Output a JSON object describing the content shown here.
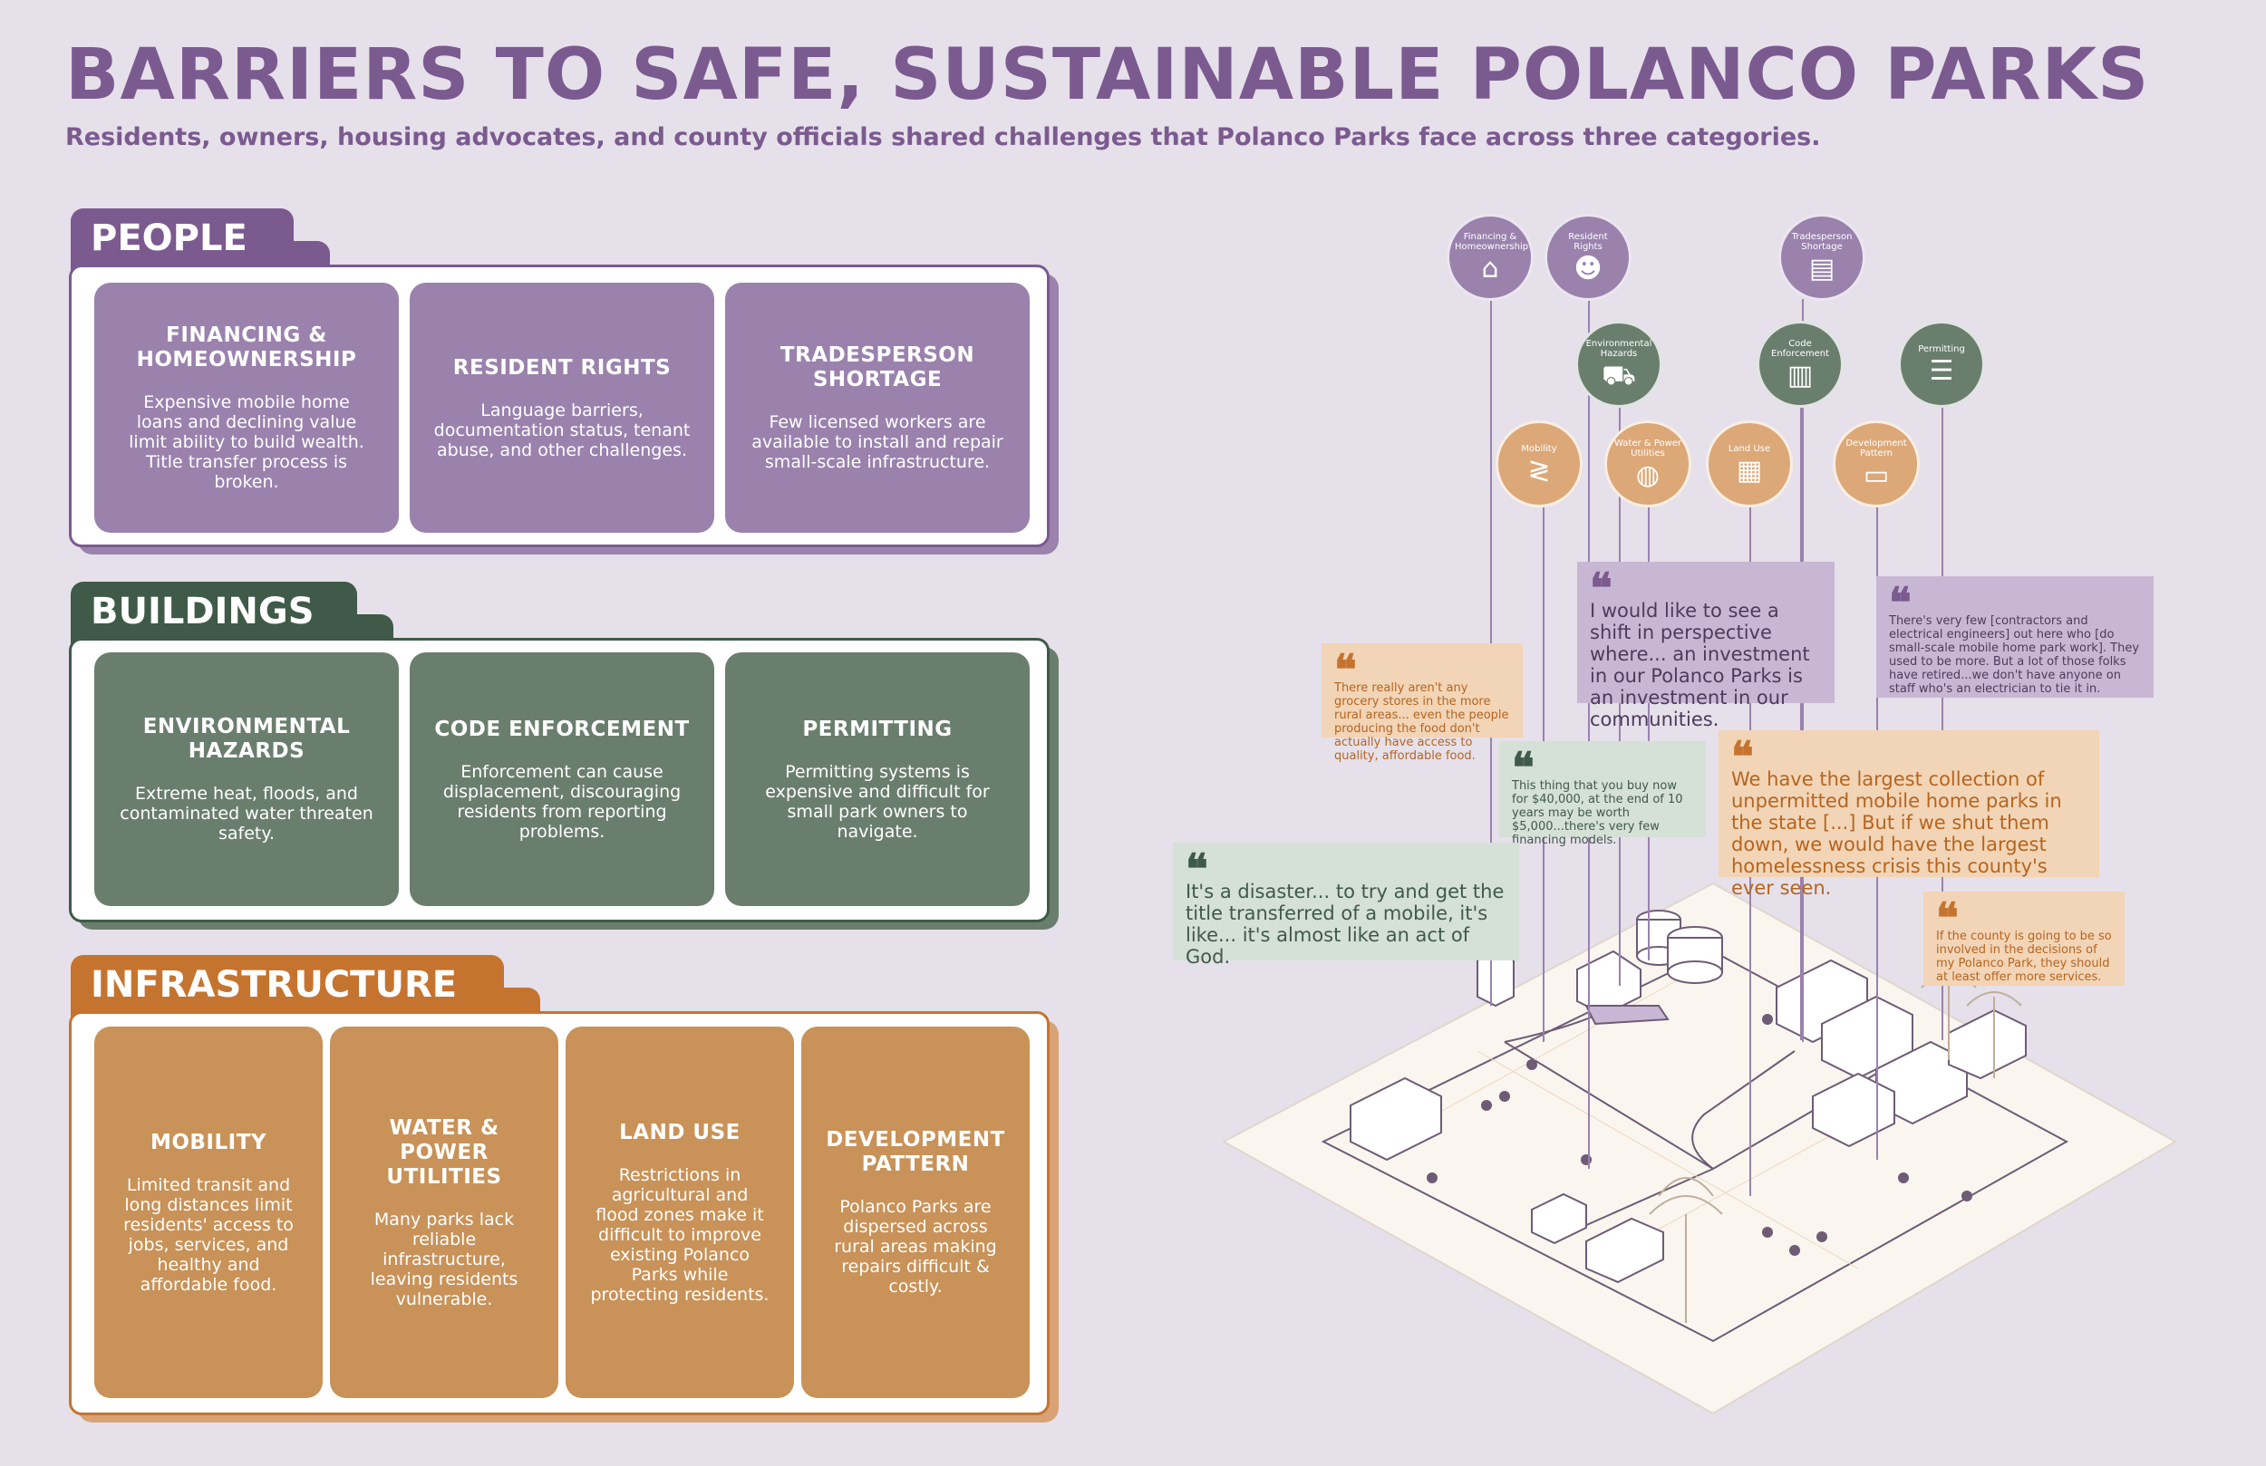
{
  "title": "BARRIERS TO SAFE, SUSTAINABLE POLANCO PARKS",
  "subtitle": "Residents, owners, housing advocates, and county officials shared challenges that Polanco Parks face across three categories.",
  "colors": {
    "purple": "#7b5a90",
    "green": "#3f5a48",
    "orange": "#c5742f",
    "background": "#e6e0ea"
  },
  "sections": {
    "people": {
      "label": "PEOPLE",
      "cards": [
        {
          "title": "FINANCING & HOMEOWNERSHIP",
          "text": "Expensive mobile home loans and declining value limit ability to build wealth. Title transfer process is broken."
        },
        {
          "title": "RESIDENT RIGHTS",
          "text": "Language barriers, documentation status, tenant abuse, and other challenges."
        },
        {
          "title": "TRADESPERSON SHORTAGE",
          "text": "Few licensed workers are available to install and repair small-scale infrastructure."
        }
      ]
    },
    "buildings": {
      "label": "BUILDINGS",
      "cards": [
        {
          "title": "ENVIRONMENTAL HAZARDS",
          "text": "Extreme heat, floods, and contaminated water threaten safety."
        },
        {
          "title": "CODE ENFORCEMENT",
          "text": "Enforcement can cause displacement, discouraging residents from reporting problems."
        },
        {
          "title": "PERMITTING",
          "text": "Permitting systems is expensive and difficult for small park owners to navigate."
        }
      ]
    },
    "infrastructure": {
      "label": "INFRASTRUCTURE",
      "cards": [
        {
          "title": "MOBILITY",
          "text": "Limited transit and long distances limit residents' access to jobs, services, and healthy and affordable food."
        },
        {
          "title": "WATER & POWER UTILITIES",
          "text": "Many parks lack reliable infrastructure, leaving residents vulnerable."
        },
        {
          "title": "LAND USE",
          "text": "Restrictions in agricultural and flood zones make it difficult to improve existing Polanco Parks while protecting residents."
        },
        {
          "title": "DEVELOPMENT PATTERN",
          "text": "Polanco Parks are dispersed across rural areas making repairs difficult & costly."
        }
      ]
    }
  },
  "pins": [
    {
      "label": "Financing & Homeownership",
      "icon": "house-icon",
      "glyph": "⌂",
      "color": "purple"
    },
    {
      "label": "Resident Rights",
      "icon": "people-icon",
      "glyph": "☻",
      "color": "purple"
    },
    {
      "label": "Tradesperson Shortage",
      "icon": "mobile-home-icon",
      "glyph": "▤",
      "color": "purple"
    },
    {
      "label": "Environmental Hazards",
      "icon": "dump-truck-icon",
      "glyph": "⛟",
      "color": "green"
    },
    {
      "label": "Code Enforcement",
      "icon": "trailer-icon",
      "glyph": "▥",
      "color": "green"
    },
    {
      "label": "Permitting",
      "icon": "document-icon",
      "glyph": "☰",
      "color": "green"
    },
    {
      "label": "Mobility",
      "icon": "road-icon",
      "glyph": "≷",
      "color": "orange"
    },
    {
      "label": "Water & Power Utilities",
      "icon": "water-tank-icon",
      "glyph": "◍",
      "color": "orange"
    },
    {
      "label": "Land Use",
      "icon": "grid-parcel-icon",
      "glyph": "▦",
      "color": "orange"
    },
    {
      "label": "Development Pattern",
      "icon": "trailer-small-icon",
      "glyph": "▭",
      "color": "orange"
    }
  ],
  "quotes": [
    {
      "text": "There really aren't any grocery stores in the more rural areas... even the people producing the food don't actually have access to quality, affordable food.",
      "color": "orange"
    },
    {
      "text": "I would like to see a shift in perspective where... an investment in our Polanco Parks is an investment in our communities.",
      "color": "purple"
    },
    {
      "text": "There's very few [contractors and electrical engineers] out here who [do small-scale mobile home park work]. They used to be more. But a lot of those folks have retired...we don't have anyone on staff who's an electrician to tie it in.",
      "color": "purple"
    },
    {
      "text": "This thing that you buy now for $40,000, at the end of 10 years may be worth $5,000...there's very few financing models.",
      "color": "green"
    },
    {
      "text": "We have the largest collection of unpermitted mobile home parks in the state [...] But if we shut them down, we would have the largest homelessness crisis this county's ever seen.",
      "color": "orange"
    },
    {
      "text": "It's a disaster... to try and get the title transferred of a mobile, it's like... it's almost like an act of God.",
      "color": "green"
    },
    {
      "text": "If the county is going to be so involved in the decisions of my Polanco Park, they should at least offer more services.",
      "color": "orange"
    }
  ],
  "quote_mark": "❝"
}
